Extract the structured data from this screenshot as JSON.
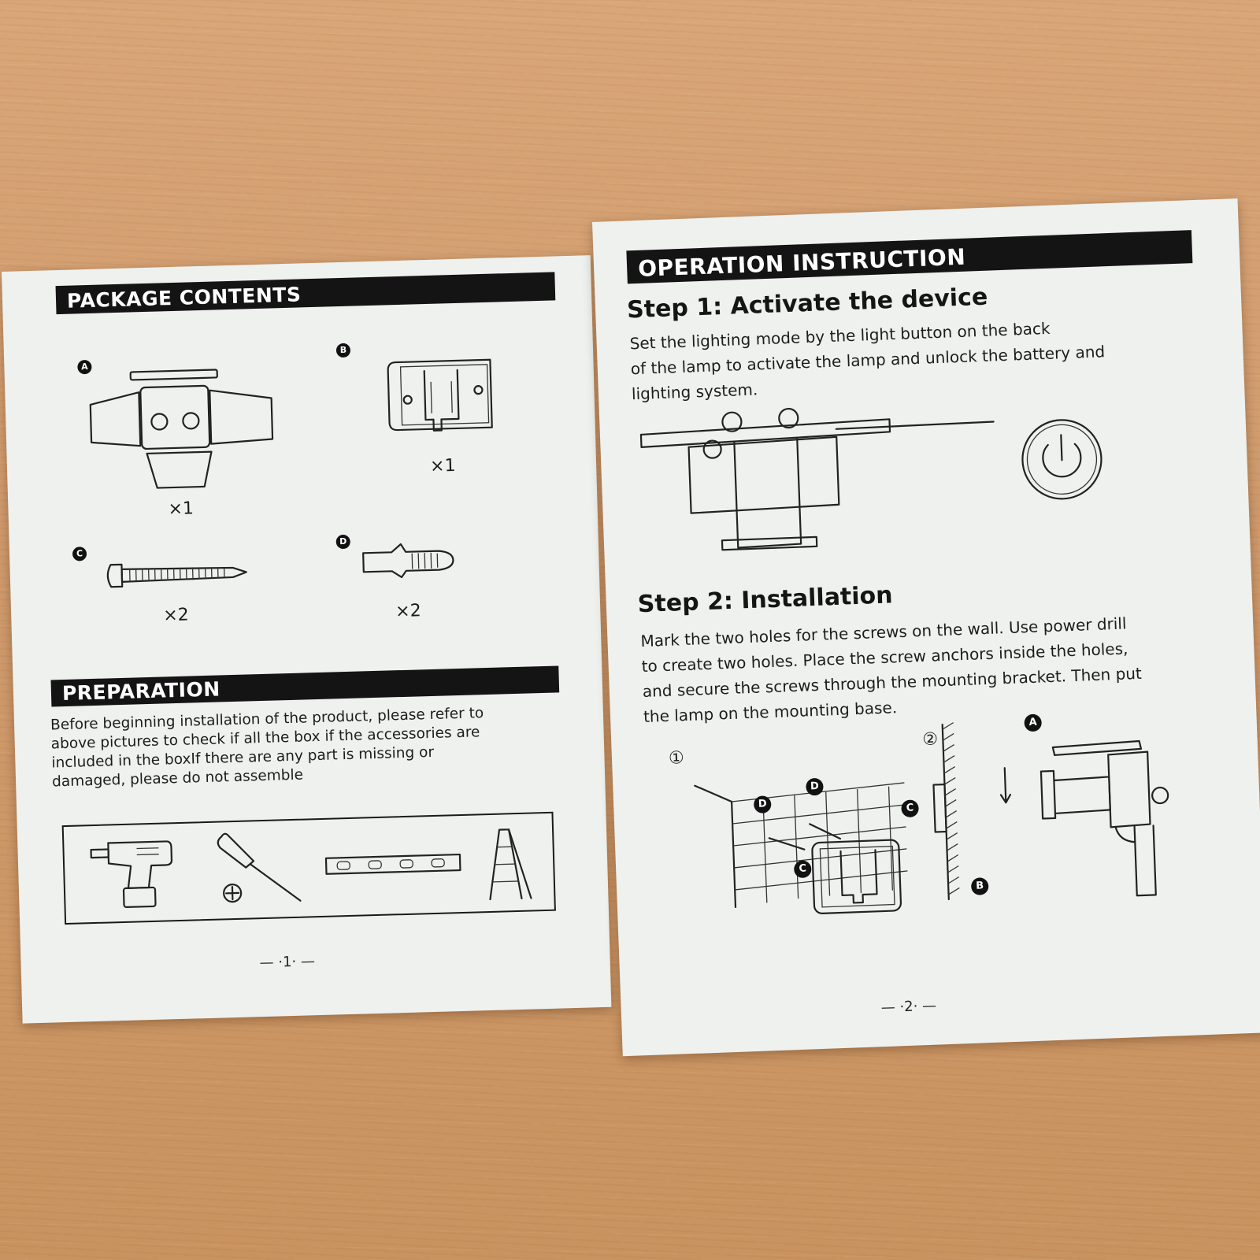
{
  "left_page": {
    "package_contents": {
      "title": "PACKAGE CONTENTS",
      "items": [
        {
          "badge": "A",
          "qty": "×1"
        },
        {
          "badge": "B",
          "qty": "×1"
        },
        {
          "badge": "C",
          "qty": "×2"
        },
        {
          "badge": "D",
          "qty": "×2"
        }
      ]
    },
    "preparation": {
      "title": "PREPARATION",
      "lines": [
        "Before beginning installation of the product, please refer to",
        "above pictures to check if all the box if the accessories are",
        "included in the boxIf there are any part is missing or",
        "damaged, please do not assemble"
      ]
    },
    "page_number": "— ·1· —"
  },
  "right_page": {
    "title": "OPERATION INSTRUCTION",
    "step1": {
      "heading": "Step 1: Activate the device",
      "lines": [
        "Set the lighting mode by  the light button on the back",
        "of the lamp to activate the lamp and unlock the battery and",
        "lighting system."
      ]
    },
    "step2": {
      "heading": "Step 2: Installation",
      "lines": [
        "Mark the two holes for the screws on the wall. Use power drill",
        "to create two holes. Place the screw anchors inside the holes,",
        "and secure the screws through the mounting bracket. Then put",
        "the lamp on the mounting base."
      ],
      "figure_labels": {
        "one": "①",
        "two": "②",
        "a": "A",
        "b": "B",
        "c1": "C",
        "c2": "C",
        "d1": "D",
        "d2": "D"
      }
    },
    "page_number": "— ·2· —"
  }
}
